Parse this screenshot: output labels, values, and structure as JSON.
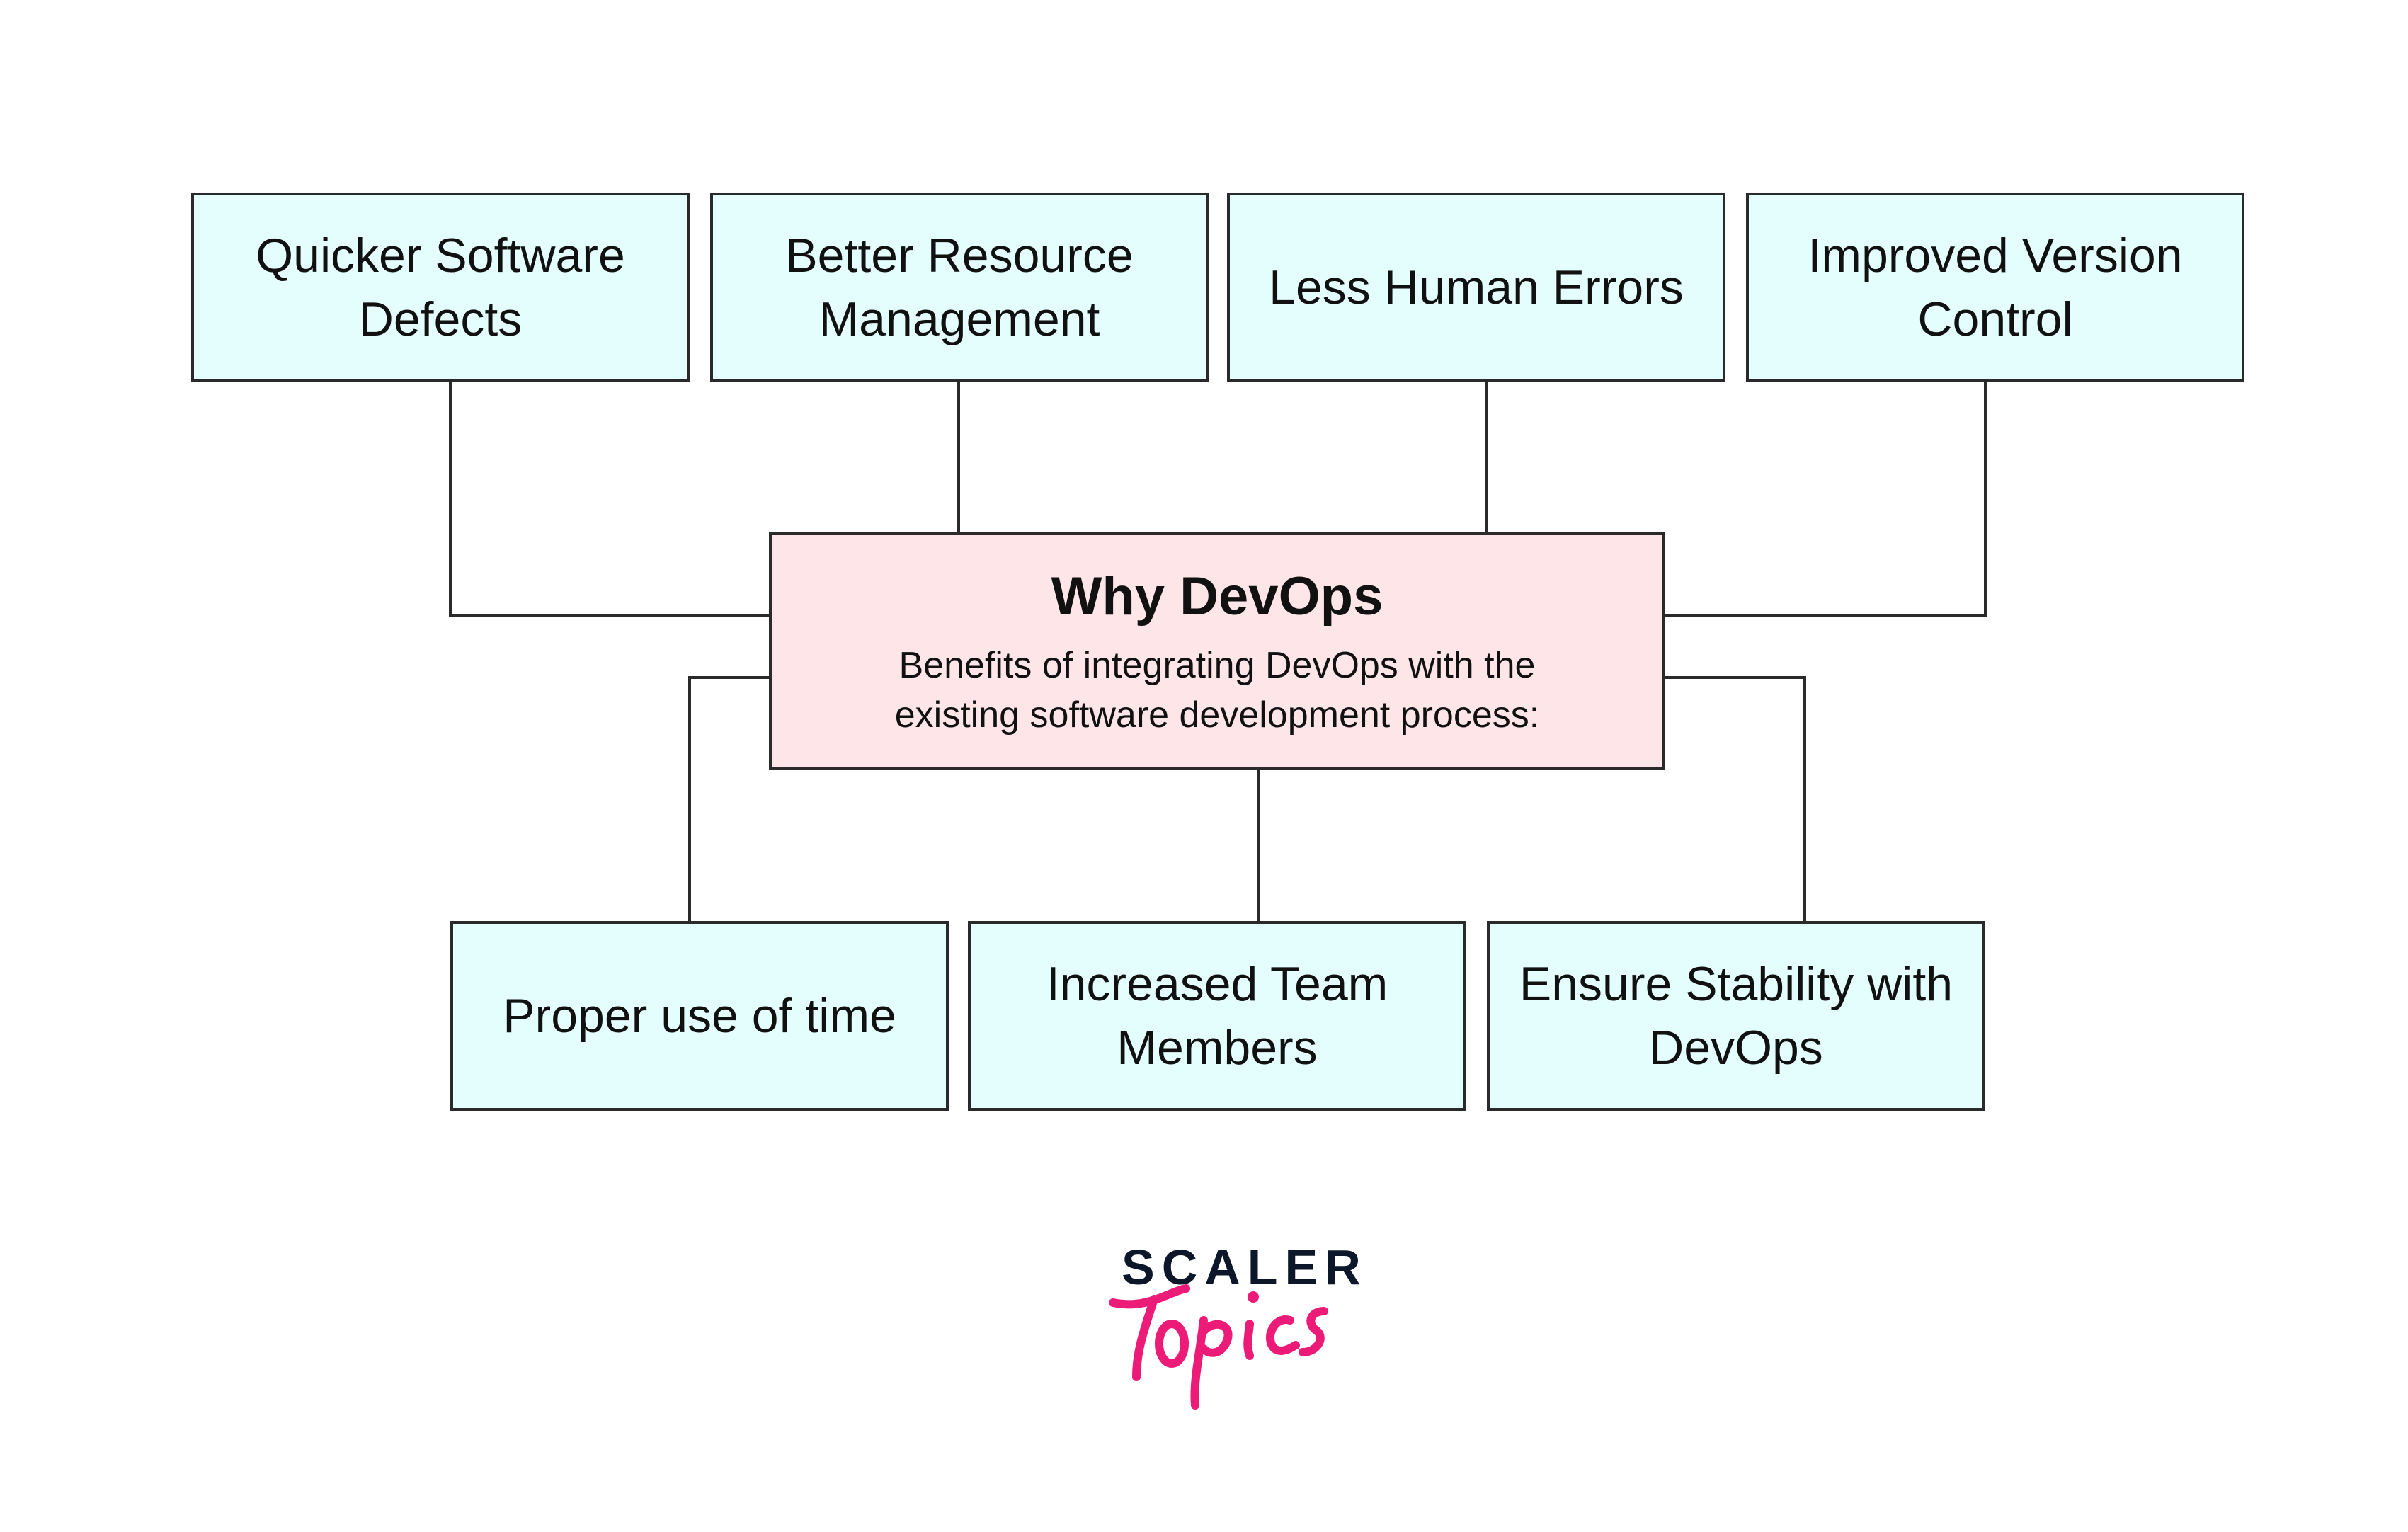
{
  "center": {
    "title": "Why DevOps",
    "subtitle": "Benefits of integrating DevOps with the existing software development process:"
  },
  "top_boxes": [
    {
      "label": "Quicker Software Defects"
    },
    {
      "label": "Better Resource Management"
    },
    {
      "label": "Less Human Errors"
    },
    {
      "label": "Improved Version Control"
    }
  ],
  "bottom_boxes": [
    {
      "label": "Proper use of time"
    },
    {
      "label": "Increased Team Members"
    },
    {
      "label": "Ensure Stability with DevOps"
    }
  ],
  "logo": {
    "line1": "SCALER",
    "line2": "Topics"
  },
  "colors": {
    "leaf_fill": "#e4fdfd",
    "center_fill": "#fee5e8",
    "stroke": "#2a2a2a",
    "logo_dark": "#0c172a",
    "logo_pink": "#ec1b78"
  }
}
